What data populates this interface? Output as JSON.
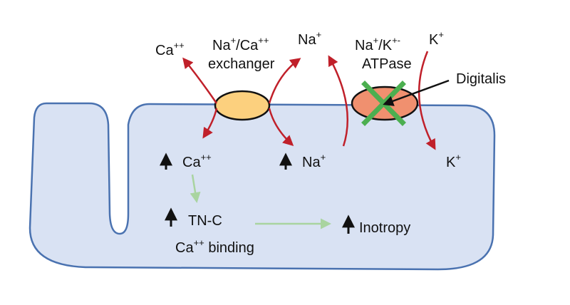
{
  "ions": {
    "ca_outside": {
      "base": "Ca",
      "charge": "++"
    },
    "na_outside": {
      "base": "Na",
      "charge": "+"
    },
    "k_outside": {
      "base": "K",
      "charge": "+"
    },
    "ca_inside": {
      "base": "Ca",
      "charge": "++"
    },
    "na_inside": {
      "base": "Na",
      "charge": "+"
    },
    "k_inside": {
      "base": "K",
      "charge": "+"
    }
  },
  "transporters": {
    "ncx": {
      "line1": {
        "a": "Na",
        "a_sup": "+",
        "slash": "/Ca",
        "b_sup": "++"
      },
      "line2": "exchanger",
      "fill": "#fcd07e"
    },
    "nka": {
      "line1": {
        "a": "Na",
        "a_sup": "+",
        "slash": "/K",
        "b_sup": "+",
        "tail": "-"
      },
      "line2": "ATPase",
      "fill": "#f0906f"
    }
  },
  "drug": {
    "label": "Digitalis",
    "block_color": "#4caf50"
  },
  "cascade": {
    "tnc_line1": "TN-C",
    "tnc_line2": {
      "base": "Ca",
      "charge": "++",
      "rest": " binding"
    },
    "inotropy": "Inotropy"
  },
  "colors": {
    "cell_fill": "#d9e2f3",
    "cell_stroke": "#4a72b0",
    "ion_arrow": "#c0202a",
    "cascade_arrow": "#a9d4a0",
    "up_arrow": "#111111"
  }
}
